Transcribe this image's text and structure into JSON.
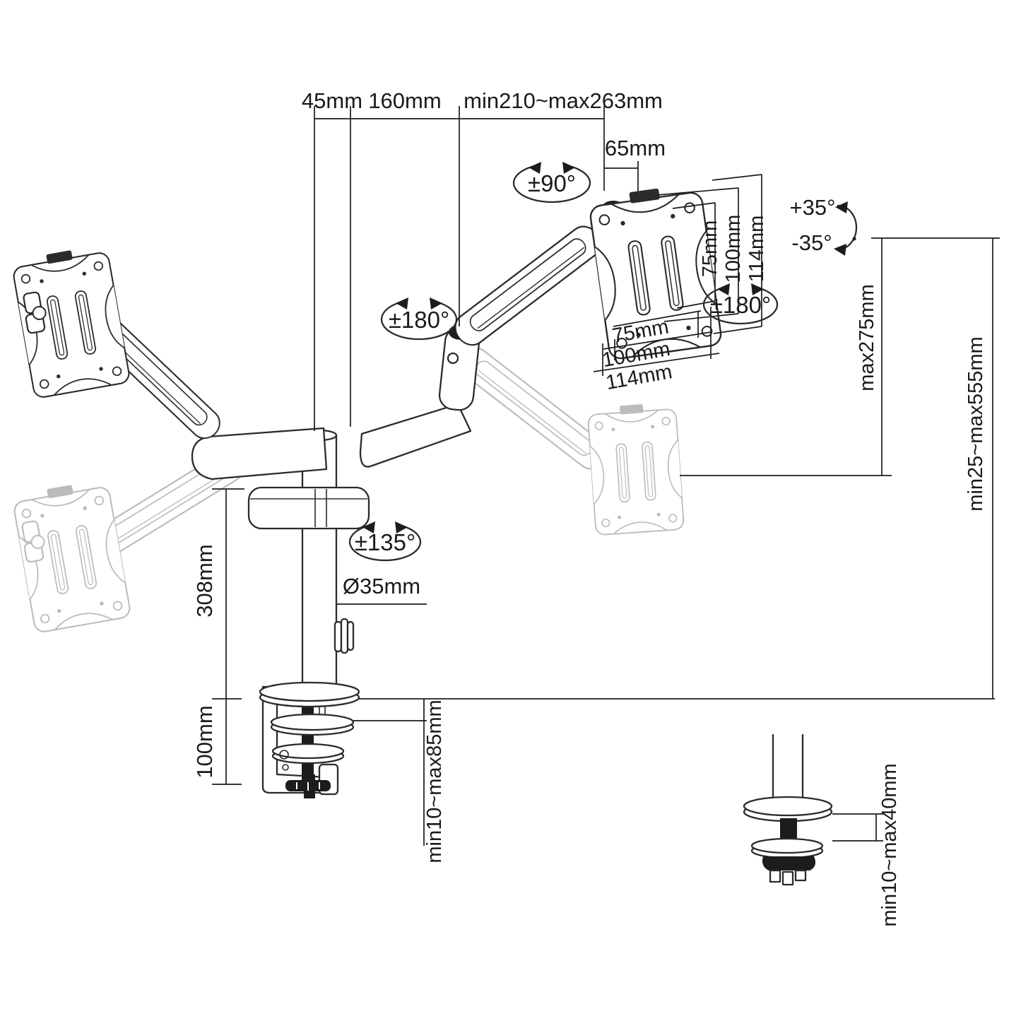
{
  "diagram": {
    "dimensions": {
      "pole_offset": "45mm",
      "arm_link": "160mm",
      "arm_reach": "min210~max263mm",
      "head_offset": "65mm",
      "vesa_side": [
        "75mm",
        "100mm",
        "114mm"
      ],
      "vesa_bottom": [
        "75mm",
        "100mm",
        "114mm"
      ],
      "lift_range": "max275mm",
      "height_range": "min25~max555mm",
      "pole_height": "308mm",
      "pole_diameter": "Ø35mm",
      "clamp_depth": "100mm",
      "clamp_desk_thickness": "min10~max85mm",
      "grommet_desk_thickness": "min10~max40mm"
    },
    "angles": {
      "swivel_top": "±90°",
      "elbow_rotation": "±180°",
      "head_rotation": "±180°",
      "base_rotation": "±135°",
      "tilt_up": "+35°",
      "tilt_down": "-35°"
    }
  }
}
